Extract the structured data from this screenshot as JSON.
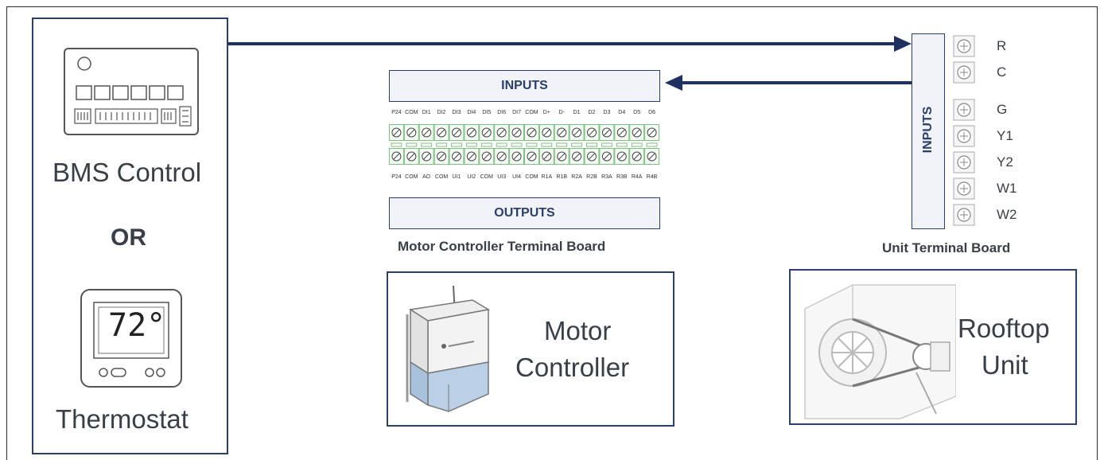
{
  "left_panel": {
    "bms_label": "BMS Control",
    "or_label": "OR",
    "thermostat_label": "Thermostat",
    "thermostat_display": "72°"
  },
  "motor_board": {
    "inputs_label": "INPUTS",
    "outputs_label": "OUTPUTS",
    "caption": "Motor Controller Terminal Board",
    "top_terminal_labels": [
      "P24",
      "COM",
      "DI1",
      "DI2",
      "DI3",
      "DI4",
      "DI5",
      "DI6",
      "DI7",
      "COM",
      "D+",
      "D-",
      "D1",
      "D2",
      "D3",
      "D4",
      "D5",
      "D6"
    ],
    "bottom_terminal_labels": [
      "P24",
      "COM",
      "AO",
      "COM",
      "UI1",
      "UI2",
      "COM",
      "UI3",
      "UI4",
      "COM",
      "R1A",
      "R1B",
      "R2A",
      "R2B",
      "R3A",
      "R3B",
      "R4A",
      "R4B"
    ]
  },
  "motor_controller": {
    "label_line1": "Motor",
    "label_line2": "Controller"
  },
  "unit_board": {
    "inputs_label": "INPUTS",
    "caption": "Unit Terminal Board",
    "terminals": [
      "R",
      "C",
      "G",
      "Y1",
      "Y2",
      "W1",
      "W2"
    ]
  },
  "rooftop": {
    "label_line1": "Rooftop",
    "label_line2": "Unit"
  },
  "colors": {
    "navy": "#1f3160",
    "box_border": "#2b3f6b",
    "terminal_green": "#7fbf7f",
    "controller_blue": "#b9d0e6"
  }
}
